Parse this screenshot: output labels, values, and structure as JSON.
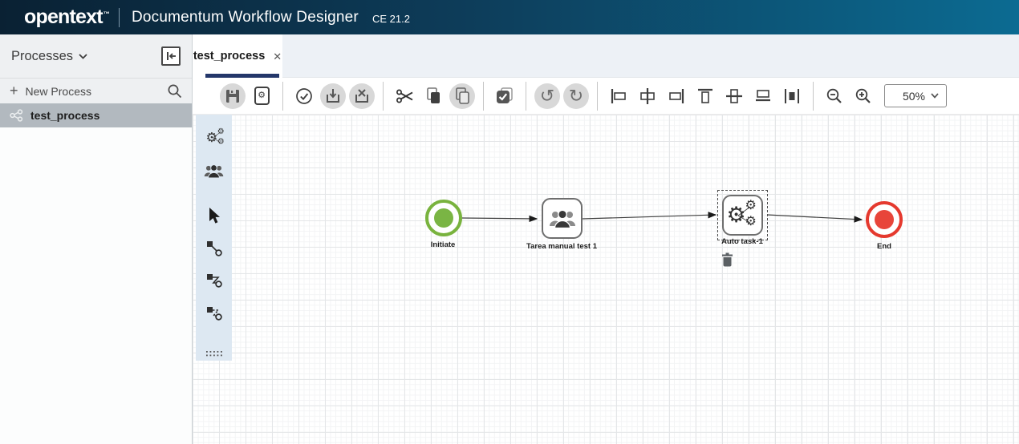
{
  "header": {
    "logo": "opentext",
    "logo_tm": "™",
    "app_title": "Documentum Workflow Designer",
    "version": "CE 21.2"
  },
  "icons": {
    "gear": "⚙",
    "undo": "↺",
    "redo": "↻",
    "plus": "+",
    "close": "✕"
  },
  "sidebar": {
    "panel_title": "Processes",
    "new_process_label": "New Process",
    "items": [
      {
        "label": "test_process",
        "selected": true,
        "icon": "process-nodes-icon"
      }
    ]
  },
  "tabs": [
    {
      "label": "test_process",
      "active": true
    }
  ],
  "toolbar": {
    "zoom_level": "50%",
    "buttons": [
      {
        "name": "save",
        "icon": "floppy-icon",
        "disabled": true
      },
      {
        "name": "process-properties",
        "icon": "document-gear-icon",
        "disabled": false
      },
      {
        "name": "validate",
        "icon": "check-circle-icon",
        "disabled": false
      },
      {
        "name": "install",
        "icon": "tray-download-icon",
        "disabled": true
      },
      {
        "name": "uninstall",
        "icon": "tray-x-icon",
        "disabled": true
      },
      {
        "name": "cut",
        "icon": "scissors-icon",
        "disabled": false
      },
      {
        "name": "copy",
        "icon": "copy-pages-icon",
        "disabled": false
      },
      {
        "name": "paste",
        "icon": "paste-pages-icon",
        "disabled": true
      },
      {
        "name": "select-all",
        "icon": "checked-box-icon",
        "disabled": false
      },
      {
        "name": "undo",
        "icon": "undo-arrow-icon",
        "disabled": true
      },
      {
        "name": "redo",
        "icon": "redo-arrow-icon",
        "disabled": true
      },
      {
        "name": "align-left",
        "icon": "align-left-icon",
        "disabled": false
      },
      {
        "name": "align-center",
        "icon": "align-center-icon",
        "disabled": false
      },
      {
        "name": "align-right",
        "icon": "align-right-icon",
        "disabled": false
      },
      {
        "name": "align-top",
        "icon": "align-top-icon",
        "disabled": false
      },
      {
        "name": "align-middle",
        "icon": "align-middle-icon",
        "disabled": false
      },
      {
        "name": "align-bottom",
        "icon": "align-bottom-icon",
        "disabled": false
      },
      {
        "name": "distribute",
        "icon": "distribute-icon",
        "disabled": false
      },
      {
        "name": "zoom-out",
        "icon": "magnifier-minus-icon",
        "disabled": false
      },
      {
        "name": "zoom-in",
        "icon": "magnifier-plus-icon",
        "disabled": false
      }
    ]
  },
  "palette": {
    "tools": [
      {
        "name": "auto-activity",
        "icon": "gears-icon"
      },
      {
        "name": "manual-activity",
        "icon": "people-icon"
      },
      {
        "name": "select-tool",
        "icon": "cursor-icon"
      },
      {
        "name": "straight-connector",
        "icon": "straight-link-icon"
      },
      {
        "name": "elbow-connector",
        "icon": "elbow-link-icon"
      },
      {
        "name": "dashed-connector",
        "icon": "dashed-link-icon"
      },
      {
        "name": "toggle-grid",
        "icon": "grid-dots-icon"
      }
    ]
  },
  "canvas": {
    "nodes": [
      {
        "name": "initiate",
        "type": "start-event",
        "label": "Initiate"
      },
      {
        "name": "manual-task",
        "type": "manual-activity",
        "label": "Tarea manual test 1"
      },
      {
        "name": "auto-task",
        "type": "automatic-activity",
        "label": "Auto task-1",
        "selected": true
      },
      {
        "name": "end",
        "type": "end-event",
        "label": "End"
      }
    ],
    "connectors": [
      {
        "from": "Initiate",
        "to": "Tarea manual test 1"
      },
      {
        "from": "Tarea manual test 1",
        "to": "Auto task-1"
      },
      {
        "from": "Auto task-1",
        "to": "End"
      }
    ]
  },
  "colors": {
    "header_gradient_start": "#0a2133",
    "header_gradient_end": "#0c6b92",
    "tab_accent": "#24376a",
    "start_event": "#79b33e",
    "end_event": "#e8453a",
    "selected_row": "#b2b9bf",
    "palette_bg": "#dde8f2"
  }
}
